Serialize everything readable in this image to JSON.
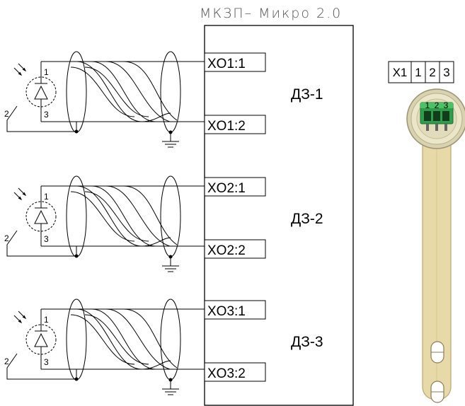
{
  "title": "МКЗП– Микро 2.0",
  "sensors": [
    {
      "terminals": [
        "XO1:1",
        "XO1:2"
      ],
      "zone": "ДЗ-1",
      "pins": {
        "p1": "1",
        "p2": "2",
        "p3": "3"
      }
    },
    {
      "terminals": [
        "XO2:1",
        "XO2:2"
      ],
      "zone": "ДЗ-2",
      "pins": {
        "p1": "1",
        "p2": "2",
        "p3": "3"
      }
    },
    {
      "terminals": [
        "XO3:1",
        "XO3:2"
      ],
      "zone": "ДЗ-3",
      "pins": {
        "p1": "1",
        "p2": "2",
        "p3": "3"
      }
    }
  ],
  "connector": {
    "header": [
      "X1",
      "1",
      "2",
      "3"
    ],
    "pcb_pins": [
      "1",
      "2",
      "3"
    ]
  }
}
